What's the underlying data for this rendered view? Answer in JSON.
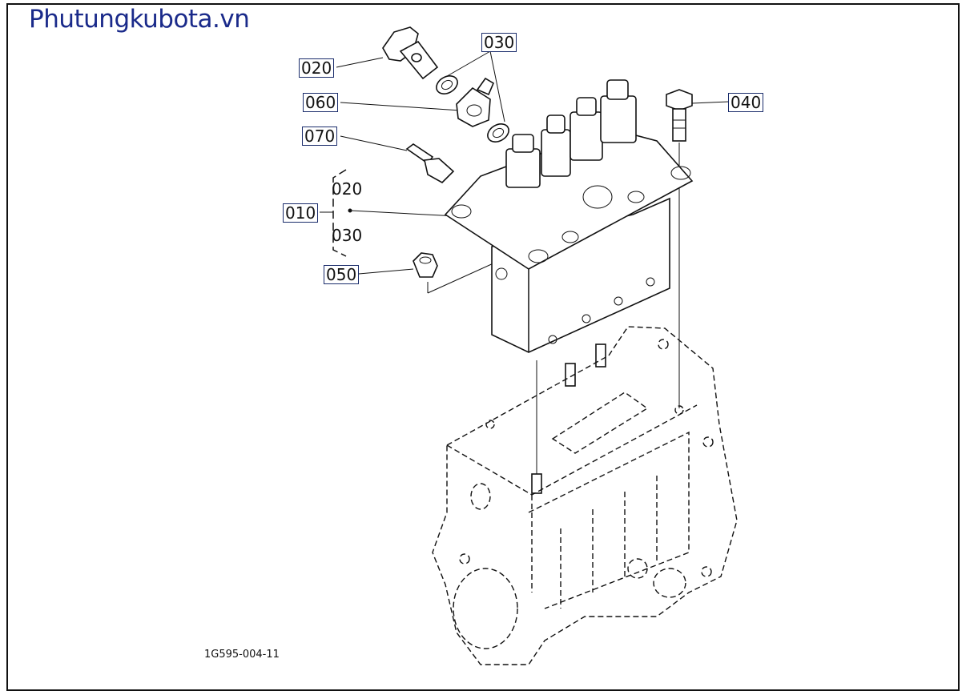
{
  "watermark": {
    "text": "Phutungkubota.vn",
    "color": "#1a2a8a"
  },
  "drawing_code": "1G595-004-11",
  "callouts": {
    "c020": "020",
    "c030": "030",
    "c060": "060",
    "c070": "070",
    "c040": "040",
    "c010": "010",
    "c050": "050"
  },
  "group_010_members": {
    "upper": "020",
    "lower": "030"
  },
  "colors": {
    "frame": "#111111",
    "callout_border": "#1a2c6b",
    "line": "#111111"
  }
}
